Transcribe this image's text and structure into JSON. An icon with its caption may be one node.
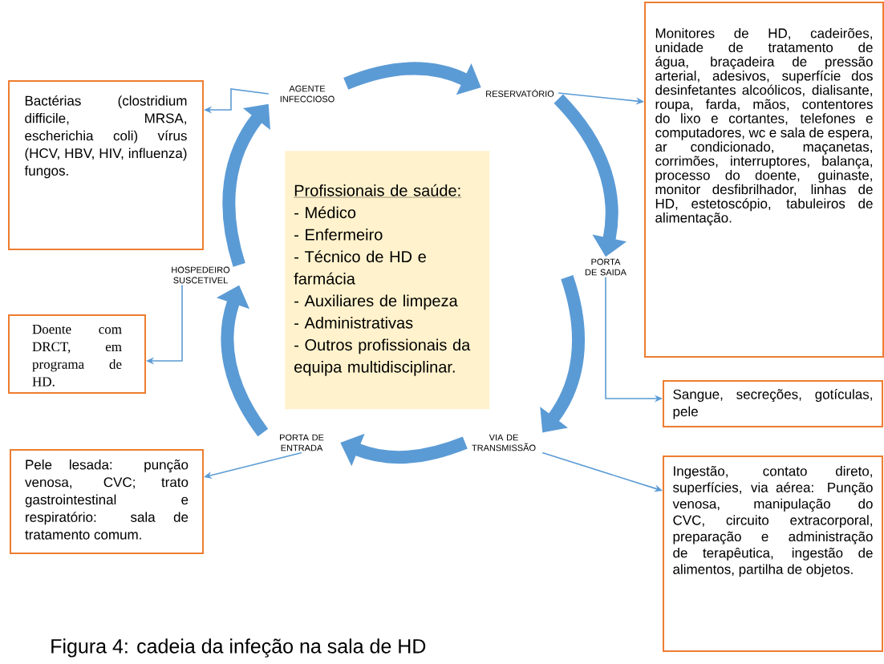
{
  "diagram": {
    "caption": "Figura 4: cadeia da infeção na sala de HD",
    "nodes": [
      {
        "text": [
          "AGENTE INFECCIOSO"
        ]
      },
      {
        "text": [
          "RESERVATÓRIO"
        ]
      },
      {
        "text": [
          "PORTA DE SAIDA"
        ]
      },
      {
        "text": [
          "VIA DE TRANSMISSÃO"
        ]
      },
      {
        "text": [
          "PORTA DE ENTRADA"
        ]
      },
      {
        "text": [
          "HOSPEDEIRO SUSCETIVEL"
        ]
      },
      {
        "text": [
          "Bactérias (clostridium difficile, MRSA, escherichia coli) vírus (HCV, HBV, HIV, influenza) fungos."
        ]
      },
      {
        "text": [
          "Monitores de HD, cadeirões, unidade de tratamento de água, braçadeira de pressão arterial, adesivos, superfície dos desinfetantes alcoólicos, dialisante, roupa, farda, mãos, contentores do lixo e cortantes, telefones e computadores, wc e sala de espera, ar condicionado, maçanetas, corrimões, interruptores, balança, processo do doente, guinaste, monitor desfibrilhador, linhas de HD, estetoscópio, tabuleiros de alimentação."
        ]
      },
      {
        "text": [
          "Sangue, secreções, gotículas, pele"
        ]
      },
      {
        "text": [
          "Ingestão, contato direto, superfícies, via aérea: Punção venosa, manipulação do CVC, circuito extracorporal, preparação e administração de terapêutica, ingestão de alimentos, partilha de objetos."
        ]
      },
      {
        "text": [
          "Pele lesada: punção venosa, CVC; trato gastrointestinal e respiratório: sala de tratamento comum."
        ]
      },
      {
        "text": [
          "Doente com DRCT, em programa de HD."
        ]
      },
      {
        "text": [
          "Profissionais de saúde:",
          "- Médico",
          "- Enfermeiro",
          "- Técnico de HD e farmácia",
          "- Auxiliares de limpeza",
          "- Administrativas",
          "- Outros profissionais da equipa multidisciplinar."
        ]
      }
    ],
    "edges": [
      {
        "from": 0,
        "to": 1,
        "arrow": "to",
        "style": "thick"
      },
      {
        "from": 1,
        "to": 2,
        "arrow": "to",
        "style": "thick"
      },
      {
        "from": 2,
        "to": 3,
        "arrow": "to",
        "style": "thick"
      },
      {
        "from": 3,
        "to": 4,
        "arrow": "to",
        "style": "thick"
      },
      {
        "from": 4,
        "to": 5,
        "arrow": "to",
        "style": "thick"
      },
      {
        "from": 5,
        "to": 0,
        "arrow": "to",
        "style": "thick"
      },
      {
        "from": 0,
        "to": 6,
        "arrow": "to"
      },
      {
        "from": 1,
        "to": 7,
        "arrow": "to"
      },
      {
        "from": 2,
        "to": 8,
        "arrow": "to"
      },
      {
        "from": 3,
        "to": 9,
        "arrow": "to"
      },
      {
        "from": 4,
        "to": 10,
        "arrow": "to"
      },
      {
        "from": 5,
        "to": 11,
        "arrow": "to"
      }
    ]
  }
}
